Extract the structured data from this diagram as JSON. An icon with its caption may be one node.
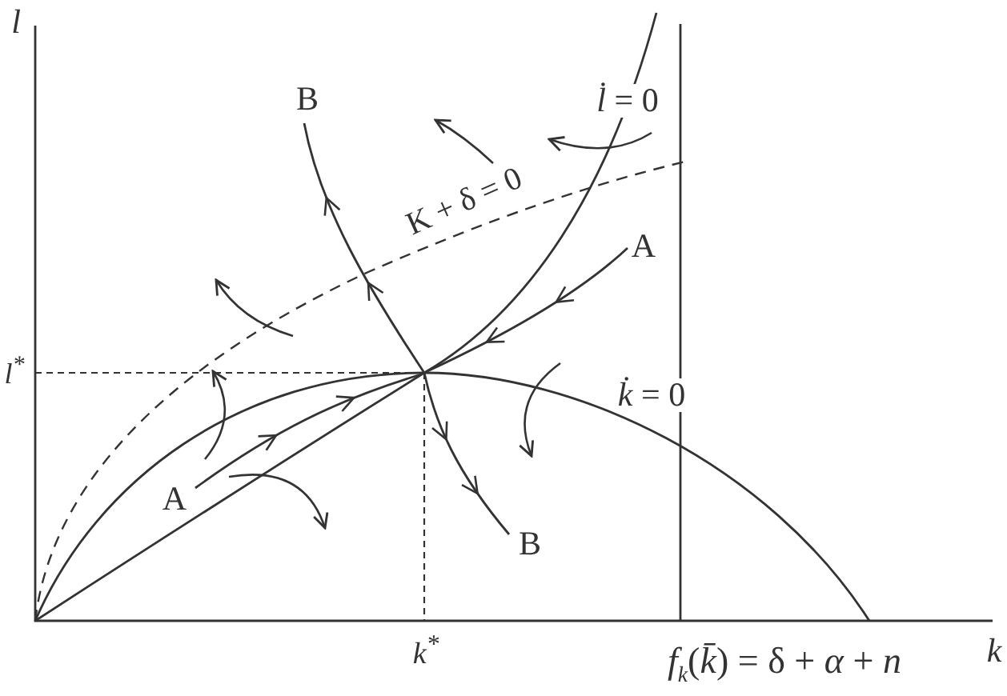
{
  "diagram": {
    "labels": [
      "l",
      "B",
      "*l̇* = 0",
      "K + δ = 0",
      "A",
      "l$^{*}$",
      "*k̇* = 0",
      "A",
      "B",
      "k$^{*}$",
      "*f*$_{k}$(*k̄*) = δ + *α* + *n*",
      "k"
    ]
  }
}
